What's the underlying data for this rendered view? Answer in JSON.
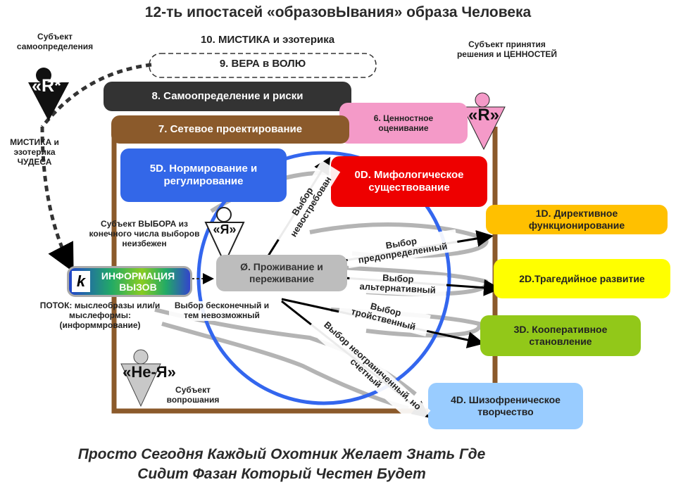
{
  "title": "12-ть ипостасей «образовЫвания» образа Человека",
  "levels": {
    "l10": "10. МИСТИКА и эзотерика",
    "l9": "9. ВЕРА в ВОЛЮ",
    "l8": "8. Самоопределение и риски",
    "l7": "7. Сетевое проектирование",
    "l6": "6. Ценностное оценивание",
    "l5": "5D. Нормирование и регулирование",
    "l0d": "0D. Мифологическое существование",
    "l1": "1D. Директивное функционирование",
    "l2": "2D.Трагедийное развитие",
    "l3": "3D. Кооперативное становление",
    "l4": "4D. Шизофреническое творчество",
    "core": "Ø. Проживание и переживание",
    "info_line1": "ИНФОРМАЦИЯ",
    "info_line2": "ВЫЗОВ"
  },
  "subjects": {
    "self_det_label": "Субъект самоопределения",
    "self_det_symbol": "«R*",
    "mystic_label": "МИСТИКА и эзотерика ЧУДЕСА",
    "values_label": "Субъект принятия решения и ЦЕННОСТЕЙ",
    "values_symbol": "«R»",
    "choice_label": "Субъект ВЫБОРА из конечного числа выборов неизбежен",
    "choice_symbol": "«Я»",
    "question_symbol": "«Не-Я»",
    "question_label": "Субъект вопрошания",
    "flow_label": "ПОТОК: мыслеобразы или/и мыслеформы: (информмрование)"
  },
  "choices": {
    "unclaimed": "Выбор невостребован",
    "predetermined": "Выбор предопределенный",
    "alternative": "Выбор альтернативный",
    "triple": "Выбор тройственный",
    "unlimited": "Выбор неограниченный, но счетный",
    "infinite": "Выбор бесконечный и тем невозможный"
  },
  "colors": {
    "l8": "#333333",
    "l7": "#8B5A2B",
    "l6": "#F49AC8",
    "l5": "#3367E8",
    "l0d": "#EE0000",
    "l1": "#FFC000",
    "l2": "#FFFF00",
    "l3": "#92C819",
    "l4": "#99CCFF",
    "core": "#BDBDBD",
    "circle": "#3366EE"
  },
  "motto": {
    "line1": "Просто Сегодня Каждый Охотник Желает Знать Где",
    "line2": "Сидит Фазан Который Честен Будет"
  }
}
